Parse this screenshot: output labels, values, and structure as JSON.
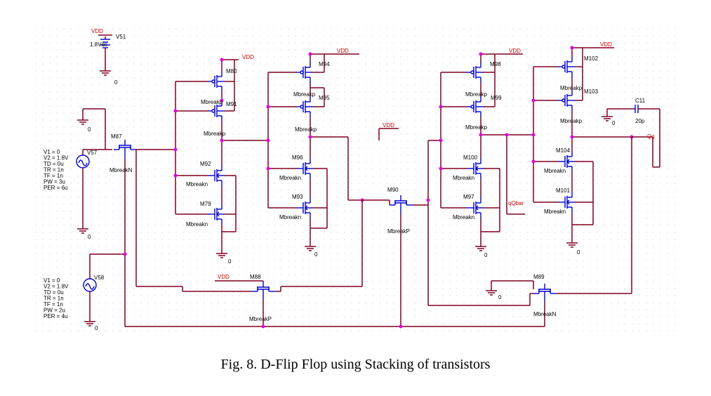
{
  "caption": "Fig. 8. D-Flip Flop using Stacking of transistors",
  "nets": {
    "vdd": "VDD",
    "gnd": "0",
    "qqbar": "qQbar",
    "qq": "Qq"
  },
  "v51": {
    "name": "V51",
    "value": "1.8Vdc"
  },
  "v57": {
    "name": "V57",
    "params": [
      "V1 = 0",
      "V2 = 1.8V",
      "TD = 0u",
      "TR = 1n",
      "TF = 1n",
      "PW = 3u",
      "PER = 6u"
    ]
  },
  "v58": {
    "name": "V58",
    "params": [
      "V1 = 0",
      "V2 = 1.8V",
      "TD = 0u",
      "TR = 1n",
      "TF = 1n",
      "PW = 2u",
      "PER = 4u"
    ]
  },
  "c11": {
    "name": "C11",
    "value": "20p"
  },
  "models": {
    "p": "Mbreakp",
    "n": "Mbreakn",
    "P": "MbreakP",
    "N": "MbreakN"
  },
  "transistors": {
    "m80": "M80",
    "m91": "M91",
    "m92": "M92",
    "m79": "M79",
    "m94": "M94",
    "m95": "M95",
    "m96": "M96",
    "m93": "M93",
    "m98": "M98",
    "m99": "M99",
    "m100": "M100",
    "m97": "M97",
    "m102": "M102",
    "m103": "M103",
    "m104": "M104",
    "m101": "M101",
    "m87": "M87",
    "m88": "M88",
    "m89": "M89",
    "m90": "M90"
  },
  "colors": {
    "wire": "#800020",
    "device": "#0000cc",
    "junction": "#e000e0",
    "net_label": "#cc0000"
  }
}
